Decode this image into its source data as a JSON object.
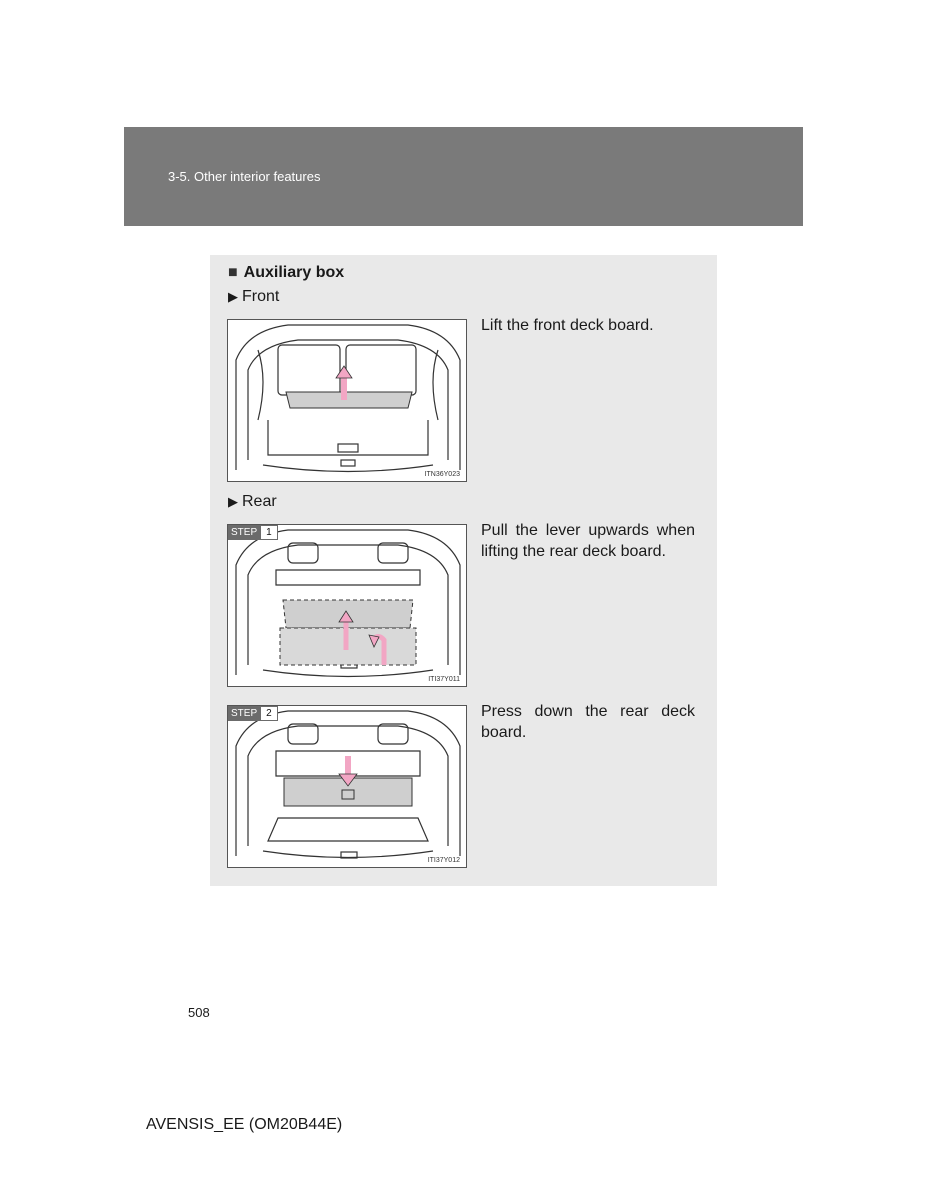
{
  "header": {
    "section": "3-5. Other interior features"
  },
  "content": {
    "title": "Auxiliary box",
    "front": {
      "label": "Front",
      "figure_code": "ITN36Y023",
      "instruction": "Lift the front deck board."
    },
    "rear": {
      "label": "Rear",
      "steps": [
        {
          "badge": "STEP",
          "number": "1",
          "figure_code": "ITI37Y011",
          "instruction": "Pull the lever upwards when lifting the rear deck board."
        },
        {
          "badge": "STEP",
          "number": "2",
          "figure_code": "ITI37Y012",
          "instruction": "Press down the rear deck board."
        }
      ]
    }
  },
  "page_number": "508",
  "footer": {
    "manual_code": "AVENSIS_EE (OM20B44E)"
  },
  "colors": {
    "header_band": "#7a7a7a",
    "content_box": "#e9e9e9",
    "arrow": "#f2a6c4",
    "deck_board": "#cfcfcf"
  }
}
